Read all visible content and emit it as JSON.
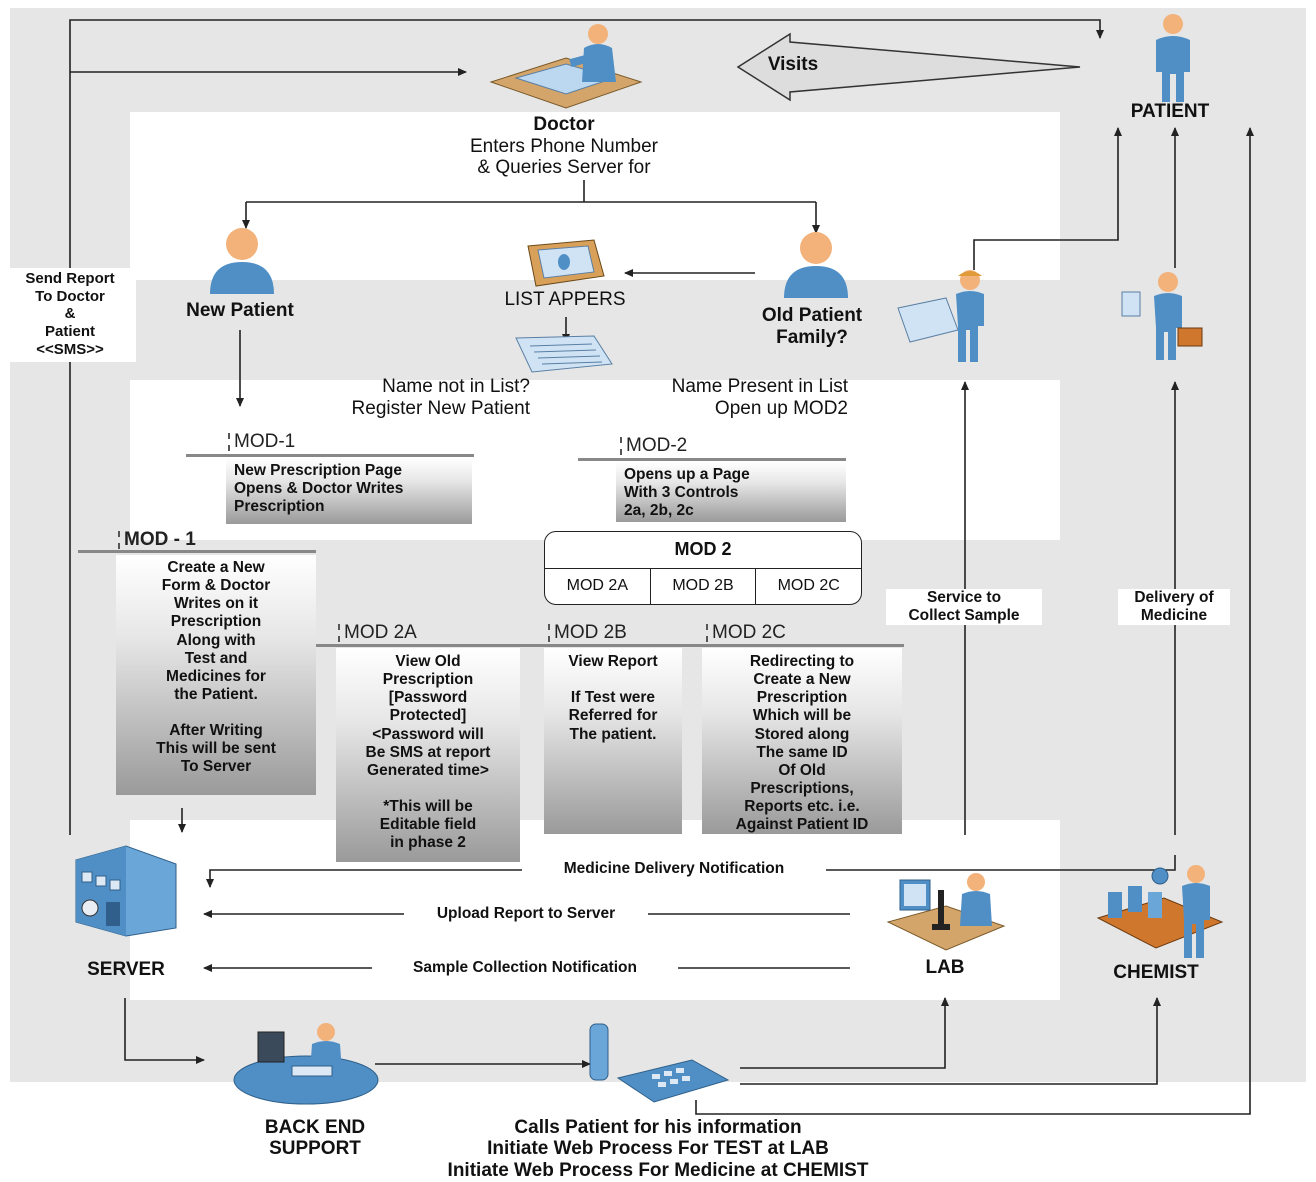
{
  "actors": {
    "doctor": {
      "title": "Doctor",
      "desc": "Enters Phone Number\n& Queries Server for"
    },
    "patient": "PATIENT",
    "visits": "Visits",
    "new_patient": "New Patient",
    "old_patient": "Old Patient\nFamily?",
    "server": "SERVER",
    "back_end": "BACK END\nSUPPORT",
    "lab": "LAB",
    "chemist": "CHEMIST"
  },
  "labels": {
    "send_report": "Send Report\nTo Doctor\n&\nPatient\n<<SMS>>",
    "list_appears": "LIST APPERS",
    "name_not_in_list": "Name not in List?\nRegister New Patient",
    "name_present": "Name Present in List\nOpen up MOD2",
    "service_collect": "Service to\nCollect Sample",
    "delivery_medicine": "Delivery of\nMedicine",
    "medicine_notification": "Medicine Delivery Notification",
    "upload_report": "Upload Report to Server",
    "sample_notification": "Sample Collection Notification",
    "calls_patient": "Calls Patient for his information\nInitiate Web Process For TEST at LAB\nInitiate Web Process For Medicine at CHEMIST"
  },
  "modules": {
    "mod1_small": {
      "title": "MOD-1",
      "body": "New Prescription Page\nOpens & Doctor Writes\nPrescription"
    },
    "mod2_small": {
      "title": "MOD-2",
      "body": "Opens up a Page\nWith 3 Controls\n2a, 2b, 2c"
    },
    "mod1_large": {
      "title": "MOD - 1",
      "body": "Create a New\nForm & Doctor\nWrites on it\nPrescription\nAlong with\nTest and\nMedicines for\nthe Patient.\n\nAfter Writing\nThis will be sent\nTo Server"
    },
    "mod2_panel": {
      "title": "MOD 2",
      "tabs": [
        "MOD 2A",
        "MOD 2B",
        "MOD 2C"
      ]
    },
    "mod2a": {
      "title": "MOD 2A",
      "body": "View Old\nPrescription\n[Password\nProtected]\n<Password will\nBe SMS at report\nGenerated time>\n\n*This will be\nEditable field\nin phase 2"
    },
    "mod2b": {
      "title": "MOD 2B",
      "body": "View Report\n\nIf Test were\nReferred for\nThe patient."
    },
    "mod2c": {
      "title": "MOD 2C",
      "body": "Redirecting to\nCreate a New\nPrescription\nWhich will be\nStored along\nThe same ID\nOf Old\nPrescriptions,\nReports etc. i.e.\nAgainst Patient ID"
    }
  },
  "icons": [
    "doctor-desk-icon",
    "patient-person-icon",
    "new-patient-person-icon",
    "old-patient-person-icon",
    "clipboard-list-icon",
    "document-icon",
    "sample-collector-icon",
    "delivery-person-icon",
    "server-building-icon",
    "back-end-operator-icon",
    "telephone-icon",
    "lab-microscope-icon",
    "chemist-factory-icon"
  ],
  "colors": {
    "band": "#e6e6e6",
    "person_body": "#4f8fc6",
    "person_head": "#f2b27a",
    "line": "#222222",
    "box_dark": "#9a9a9a"
  }
}
